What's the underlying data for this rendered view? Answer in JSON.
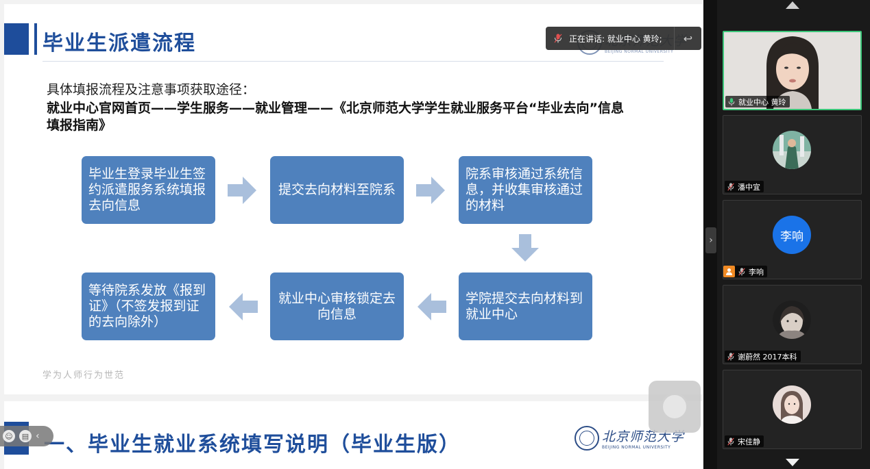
{
  "slide": {
    "title": "毕业生派遣流程",
    "intro": "具体填报流程及注意事项获取途径：",
    "path_line1": "就业中心官网首页——学生服务——就业管理——《北京师范大学学生就业服务平台“毕业去向”信息",
    "path_line2": "填报指南》",
    "steps": [
      "毕业生登录毕业生签约派遣服务系统填报去向信息",
      "提交去向材料至院系",
      "院系审核通过系统信息，并收集审核通过的材料",
      "学院提交去向材料到就业中心",
      "就业中心审核锁定去向信息",
      "等待院系发放《报到证》（不签发报到证的去向除外）"
    ],
    "motto": "学为人师行为世范",
    "logo_cn": "北京师范大学",
    "logo_en": "BEIJING NORMAL UNIVERSITY"
  },
  "slide2": {
    "title": "一、毕业生就业系统填写说明（毕业生版）"
  },
  "speaking_notice": {
    "text": "正在讲话: 就业中心 黄玲;"
  },
  "participants": [
    {
      "name": "就业中心 黄玲",
      "avatar_type": "video",
      "active": true,
      "mic": "on"
    },
    {
      "name": "潘中宜",
      "avatar_type": "photo",
      "active": false,
      "mic": "muted"
    },
    {
      "name": "李响",
      "avatar_type": "letter",
      "avatar_text": "李响",
      "active": false,
      "mic": "muted"
    },
    {
      "name": "谢蔚然 2017本科",
      "avatar_type": "photo",
      "active": false,
      "mic": "muted"
    },
    {
      "name": "宋佳静",
      "avatar_type": "photo",
      "active": false,
      "mic": "muted"
    }
  ],
  "colors": {
    "step_fill": "#4f81bd",
    "arrow_fill": "#a9bfdc",
    "title_blue": "#1f4e9b",
    "active_border": "#3cc77a",
    "letter_avatar": "#1a73e8"
  }
}
